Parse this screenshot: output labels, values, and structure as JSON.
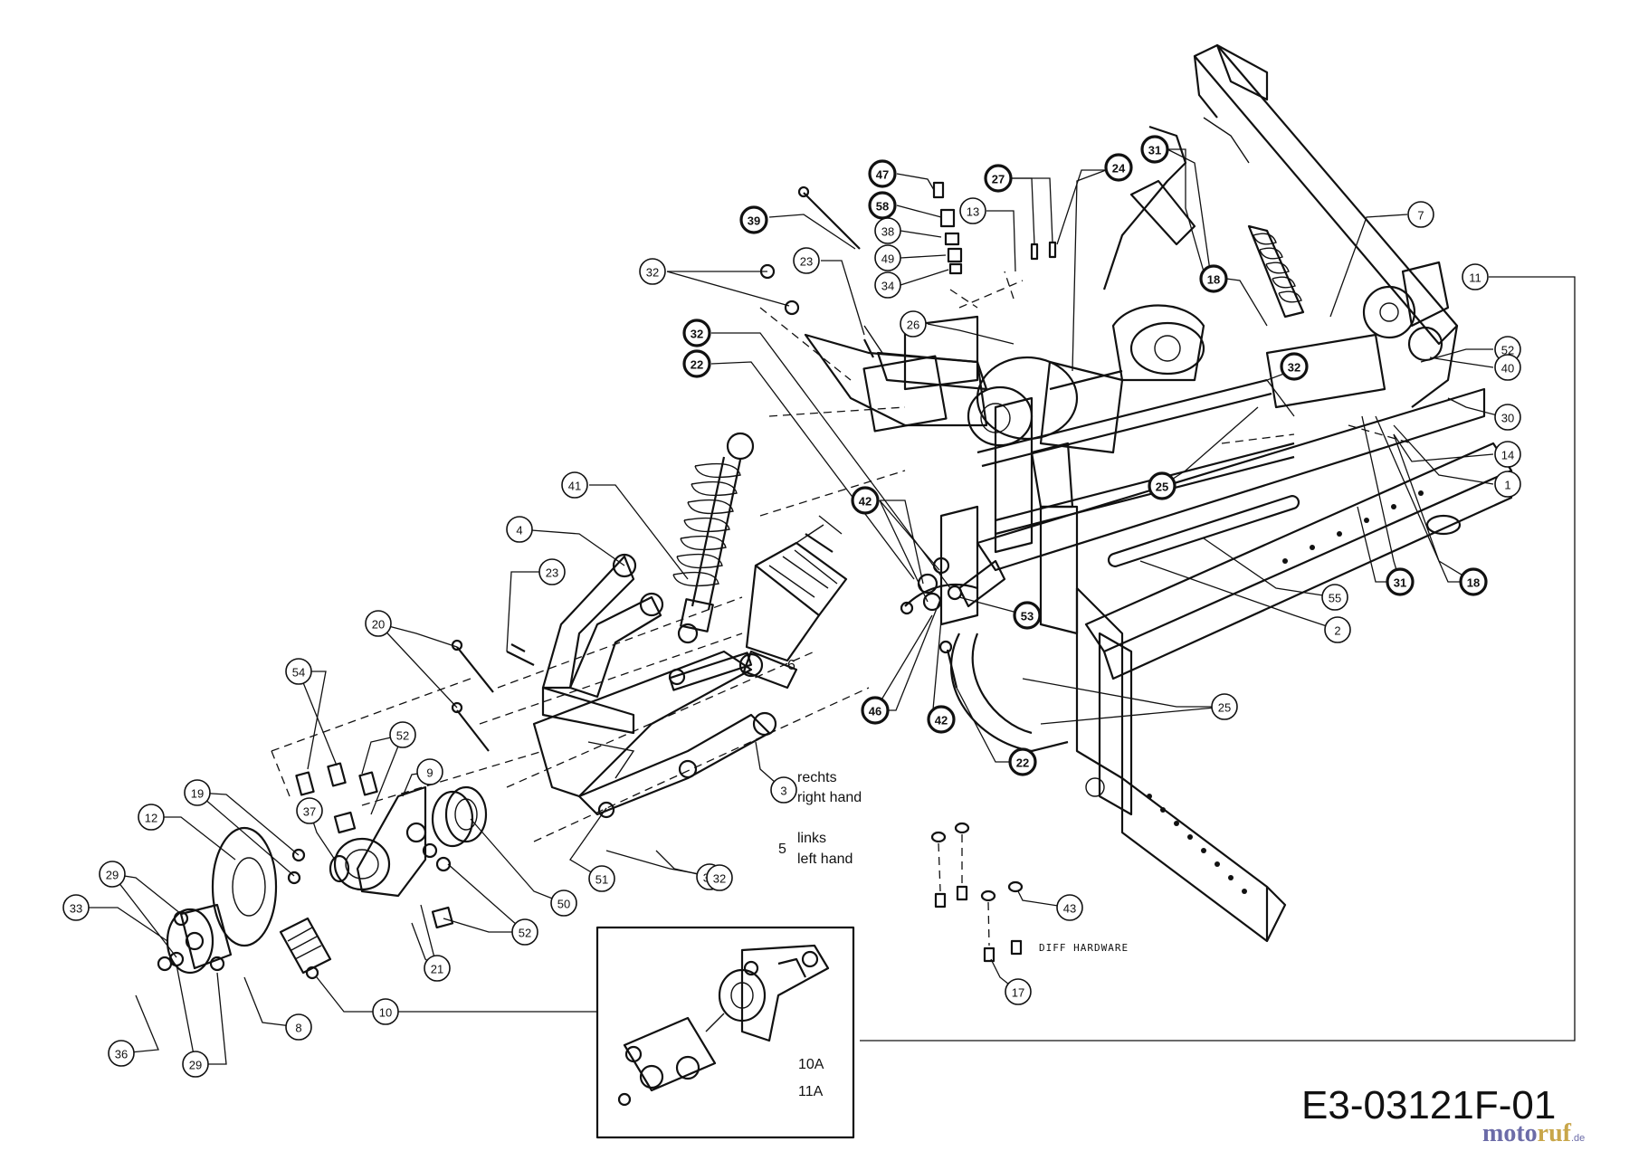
{
  "diagram_code": "E3-03121F-01",
  "watermark": {
    "part1": "moto",
    "part2": "ruf",
    "suffix": ".de"
  },
  "labels": {
    "rechts": "rechts",
    "right_hand": "right hand",
    "links": "links",
    "left_hand": "left hand",
    "part_6": "6",
    "part_5": "5",
    "diff_hardware": "DIFF HARDWARE",
    "part_10a": "10A",
    "part_11a": "11A"
  },
  "callouts": [
    {
      "id": "c47",
      "text": "47",
      "bold": true
    },
    {
      "id": "c58",
      "text": "58",
      "bold": true
    },
    {
      "id": "c38",
      "text": "38",
      "bold": false
    },
    {
      "id": "c49",
      "text": "49",
      "bold": false
    },
    {
      "id": "c34",
      "text": "34",
      "bold": false
    },
    {
      "id": "c39",
      "text": "39",
      "bold": true
    },
    {
      "id": "c27",
      "text": "27",
      "bold": true
    },
    {
      "id": "c24",
      "text": "24",
      "bold": true
    },
    {
      "id": "c31a",
      "text": "31",
      "bold": true
    },
    {
      "id": "c13",
      "text": "13",
      "bold": false
    },
    {
      "id": "c7",
      "text": "7",
      "bold": false
    },
    {
      "id": "c11",
      "text": "11",
      "bold": false
    },
    {
      "id": "c32a",
      "text": "32",
      "bold": false
    },
    {
      "id": "c23a",
      "text": "23",
      "bold": false
    },
    {
      "id": "c18a",
      "text": "18",
      "bold": true
    },
    {
      "id": "c26",
      "text": "26",
      "bold": false
    },
    {
      "id": "c52a",
      "text": "52",
      "bold": false
    },
    {
      "id": "c32b",
      "text": "32",
      "bold": true
    },
    {
      "id": "c40",
      "text": "40",
      "bold": false
    },
    {
      "id": "c22a",
      "text": "22",
      "bold": true
    },
    {
      "id": "c32c",
      "text": "32",
      "bold": true
    },
    {
      "id": "c30",
      "text": "30",
      "bold": false
    },
    {
      "id": "c14",
      "text": "14",
      "bold": false
    },
    {
      "id": "c1",
      "text": "1",
      "bold": false
    },
    {
      "id": "c25a",
      "text": "25",
      "bold": true
    },
    {
      "id": "c41",
      "text": "41",
      "bold": false
    },
    {
      "id": "c42a",
      "text": "42",
      "bold": true
    },
    {
      "id": "c31b",
      "text": "31",
      "bold": true
    },
    {
      "id": "c18b",
      "text": "18",
      "bold": true
    },
    {
      "id": "c4",
      "text": "4",
      "bold": false
    },
    {
      "id": "c55",
      "text": "55",
      "bold": false
    },
    {
      "id": "c23b",
      "text": "23",
      "bold": false
    },
    {
      "id": "c53",
      "text": "53",
      "bold": true
    },
    {
      "id": "c2",
      "text": "2",
      "bold": false
    },
    {
      "id": "c20",
      "text": "20",
      "bold": false
    },
    {
      "id": "c54",
      "text": "54",
      "bold": false
    },
    {
      "id": "c46",
      "text": "46",
      "bold": true
    },
    {
      "id": "c42b",
      "text": "42",
      "bold": true
    },
    {
      "id": "c25b",
      "text": "25",
      "bold": false
    },
    {
      "id": "c52b",
      "text": "52",
      "bold": false
    },
    {
      "id": "c9",
      "text": "9",
      "bold": false
    },
    {
      "id": "c22b",
      "text": "22",
      "bold": true
    },
    {
      "id": "c3",
      "text": "3",
      "bold": false
    },
    {
      "id": "c19",
      "text": "19",
      "bold": false
    },
    {
      "id": "c12",
      "text": "12",
      "bold": false
    },
    {
      "id": "c37",
      "text": "37",
      "bold": false
    },
    {
      "id": "c35",
      "text": "35",
      "bold": false
    },
    {
      "id": "c29a",
      "text": "29",
      "bold": false
    },
    {
      "id": "c51",
      "text": "51",
      "bold": false
    },
    {
      "id": "c32d",
      "text": "32",
      "bold": false
    },
    {
      "id": "c50",
      "text": "50",
      "bold": false
    },
    {
      "id": "c33",
      "text": "33",
      "bold": false
    },
    {
      "id": "c43",
      "text": "43",
      "bold": false
    },
    {
      "id": "c52c",
      "text": "52",
      "bold": false
    },
    {
      "id": "c21",
      "text": "21",
      "bold": false
    },
    {
      "id": "c17",
      "text": "17",
      "bold": false
    },
    {
      "id": "c10",
      "text": "10",
      "bold": false
    },
    {
      "id": "c8",
      "text": "8",
      "bold": false
    },
    {
      "id": "c36",
      "text": "36",
      "bold": false
    },
    {
      "id": "c29b",
      "text": "29",
      "bold": false
    }
  ]
}
